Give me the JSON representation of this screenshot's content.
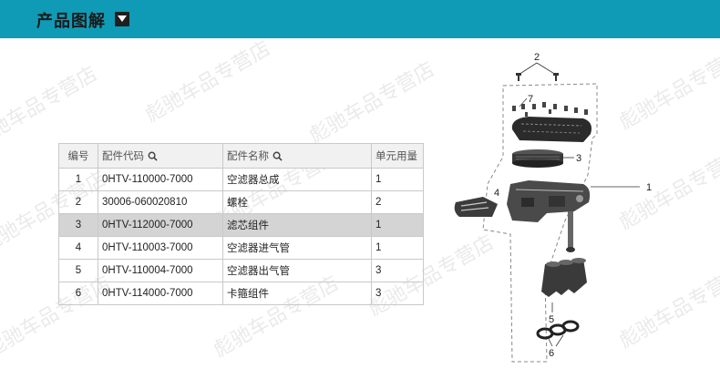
{
  "header": {
    "title": "产品图解"
  },
  "watermark_text": "彪驰车品专营店",
  "table": {
    "columns": [
      "编号",
      "配件代码",
      "配件名称",
      "单元用量"
    ],
    "rows": [
      {
        "no": "1",
        "code": "0HTV-110000-7000",
        "name": "空滤器总成",
        "qty": "1"
      },
      {
        "no": "2",
        "code": "30006-060020810",
        "name": "螺栓",
        "qty": "2"
      },
      {
        "no": "3",
        "code": "0HTV-112000-7000",
        "name": "滤芯组件",
        "qty": "1"
      },
      {
        "no": "4",
        "code": "0HTV-110003-7000",
        "name": "空滤器进气管",
        "qty": "1"
      },
      {
        "no": "5",
        "code": "0HTV-110004-7000",
        "name": "空滤器出气管",
        "qty": "3"
      },
      {
        "no": "6",
        "code": "0HTV-114000-7000",
        "name": "卡箍组件",
        "qty": "3"
      }
    ],
    "selected_row_index": 2
  },
  "diagram": {
    "callouts": [
      "1",
      "2",
      "3",
      "4",
      "5",
      "6",
      "7"
    ]
  },
  "colors": {
    "header_bg": "#0f9bb5",
    "selected_row_bg": "#d4d4d4",
    "header_cell_bg": "#f1f1f1"
  },
  "icons": {
    "header_button": "caret-down-icon",
    "search": "search-icon"
  }
}
